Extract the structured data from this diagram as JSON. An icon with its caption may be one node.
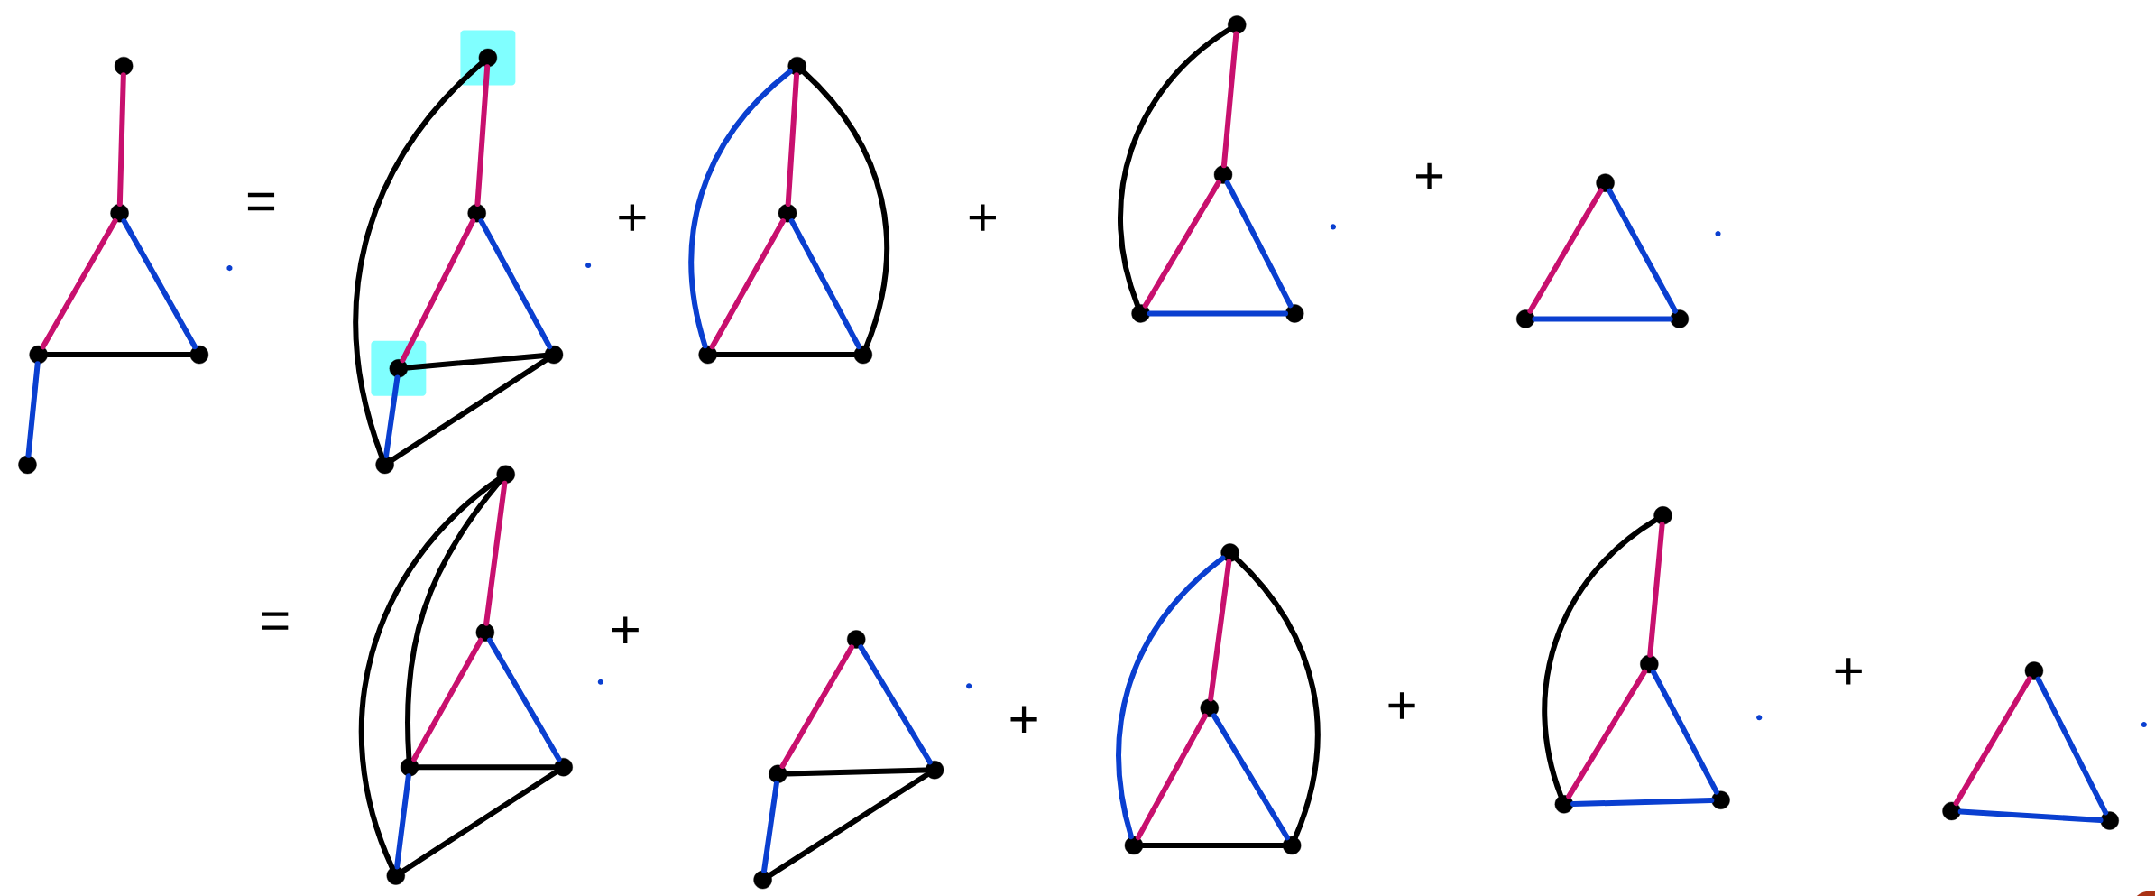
{
  "diagram": {
    "nodes": [
      {
        "text": [],
        "shape": "circle"
      },
      {
        "text": [],
        "shape": "circle"
      },
      {
        "text": [],
        "shape": "circle"
      },
      {
        "text": [],
        "shape": "circle"
      },
      {
        "text": [],
        "shape": "circle"
      },
      {
        "text": [],
        "shape": "circle"
      },
      {
        "text": [],
        "shape": "circle"
      },
      {
        "text": [],
        "shape": "circle"
      },
      {
        "text": [],
        "shape": "circle"
      },
      {
        "text": [],
        "shape": "circle"
      },
      {
        "text": [],
        "shape": "circle"
      },
      {
        "text": [],
        "shape": "circle"
      },
      {
        "text": [],
        "shape": "circle"
      },
      {
        "text": [],
        "shape": "circle"
      },
      {
        "text": [],
        "shape": "circle"
      },
      {
        "text": [],
        "shape": "circle"
      },
      {
        "text": [],
        "shape": "circle"
      },
      {
        "text": [],
        "shape": "circle"
      },
      {
        "text": [],
        "shape": "circle"
      },
      {
        "text": [],
        "shape": "circle"
      },
      {
        "text": [],
        "shape": "circle"
      },
      {
        "text": [],
        "shape": "circle"
      },
      {
        "text": [],
        "shape": "circle"
      },
      {
        "text": [],
        "shape": "circle"
      },
      {
        "text": [],
        "shape": "circle"
      },
      {
        "text": [],
        "shape": "circle"
      },
      {
        "text": [],
        "shape": "circle"
      },
      {
        "text": [],
        "shape": "circle"
      },
      {
        "text": [],
        "shape": "circle"
      },
      {
        "text": [],
        "shape": "circle"
      },
      {
        "text": [],
        "shape": "circle"
      },
      {
        "text": [],
        "shape": "circle"
      },
      {
        "text": [],
        "shape": "circle"
      },
      {
        "text": [],
        "shape": "circle"
      },
      {
        "text": [],
        "shape": "circle"
      },
      {
        "text": [],
        "shape": "circle"
      },
      {
        "text": [],
        "shape": "circle"
      },
      {
        "text": [],
        "shape": "circle"
      },
      {
        "text": [],
        "shape": "circle"
      },
      {
        "text": [],
        "shape": "circle"
      },
      {
        "text": [],
        "shape": "circle"
      }
    ],
    "edges": [
      {
        "from": 0,
        "to": 1,
        "arrow": "none",
        "color": "#c8106e"
      },
      {
        "from": 1,
        "to": 2,
        "arrow": "none",
        "color": "#c8106e"
      },
      {
        "from": 1,
        "to": 3,
        "arrow": "none",
        "color": "#0a3fd0"
      },
      {
        "from": 2,
        "to": 3,
        "arrow": "none",
        "color": "#000000"
      },
      {
        "from": 2,
        "to": 4,
        "arrow": "none",
        "color": "#0a3fd0"
      },
      {
        "from": 5,
        "to": 6,
        "arrow": "none",
        "color": "#c8106e"
      },
      {
        "from": 6,
        "to": 7,
        "arrow": "none",
        "color": "#c8106e"
      },
      {
        "from": 6,
        "to": 8,
        "arrow": "none",
        "color": "#0a3fd0"
      },
      {
        "from": 7,
        "to": 8,
        "arrow": "none",
        "color": "#000000"
      },
      {
        "from": 7,
        "to": 9,
        "arrow": "none",
        "color": "#0a3fd0"
      },
      {
        "from": 5,
        "to": 9,
        "arrow": "none",
        "color": "#000000"
      },
      {
        "from": 8,
        "to": 9,
        "arrow": "none",
        "color": "#000000"
      },
      {
        "from": 10,
        "to": 11,
        "arrow": "none",
        "color": "#c8106e"
      },
      {
        "from": 11,
        "to": 12,
        "arrow": "none",
        "color": "#c8106e"
      },
      {
        "from": 11,
        "to": 13,
        "arrow": "none",
        "color": "#0a3fd0"
      },
      {
        "from": 12,
        "to": 13,
        "arrow": "none",
        "color": "#000000"
      },
      {
        "from": 10,
        "to": 12,
        "arrow": "none",
        "color": "#0a3fd0"
      },
      {
        "from": 10,
        "to": 13,
        "arrow": "none",
        "color": "#000000"
      },
      {
        "from": 14,
        "to": 15,
        "arrow": "none",
        "color": "#c8106e"
      },
      {
        "from": 15,
        "to": 16,
        "arrow": "none",
        "color": "#c8106e"
      },
      {
        "from": 15,
        "to": 17,
        "arrow": "none",
        "color": "#0a3fd0"
      },
      {
        "from": 16,
        "to": 17,
        "arrow": "none",
        "color": "#0a3fd0"
      },
      {
        "from": 14,
        "to": 16,
        "arrow": "none",
        "color": "#000000"
      },
      {
        "from": 18,
        "to": 19,
        "arrow": "none",
        "color": "#c8106e"
      },
      {
        "from": 18,
        "to": 20,
        "arrow": "none",
        "color": "#0a3fd0"
      },
      {
        "from": 19,
        "to": 20,
        "arrow": "none",
        "color": "#0a3fd0"
      },
      {
        "from": 21,
        "to": 22,
        "arrow": "none",
        "color": "#c8106e"
      },
      {
        "from": 22,
        "to": 23,
        "arrow": "none",
        "color": "#c8106e"
      },
      {
        "from": 22,
        "to": 24,
        "arrow": "none",
        "color": "#0a3fd0"
      },
      {
        "from": 23,
        "to": 24,
        "arrow": "none",
        "color": "#000000"
      },
      {
        "from": 23,
        "to": 25,
        "arrow": "none",
        "color": "#0a3fd0"
      },
      {
        "from": 21,
        "to": 25,
        "arrow": "none",
        "color": "#000000"
      },
      {
        "from": 21,
        "to": 23,
        "arrow": "none",
        "color": "#000000"
      },
      {
        "from": 24,
        "to": 25,
        "arrow": "none",
        "color": "#000000"
      },
      {
        "from": 26,
        "to": 27,
        "arrow": "none",
        "color": "#c8106e"
      },
      {
        "from": 26,
        "to": 28,
        "arrow": "none",
        "color": "#0a3fd0"
      },
      {
        "from": 27,
        "to": 28,
        "arrow": "none",
        "color": "#000000"
      },
      {
        "from": 27,
        "to": 29,
        "arrow": "none",
        "color": "#0a3fd0"
      },
      {
        "from": 28,
        "to": 29,
        "arrow": "none",
        "color": "#000000"
      },
      {
        "from": 30,
        "to": 31,
        "arrow": "none",
        "color": "#c8106e"
      },
      {
        "from": 31,
        "to": 32,
        "arrow": "none",
        "color": "#c8106e"
      },
      {
        "from": 31,
        "to": 33,
        "arrow": "none",
        "color": "#0a3fd0"
      },
      {
        "from": 32,
        "to": 33,
        "arrow": "none",
        "color": "#000000"
      },
      {
        "from": 30,
        "to": 32,
        "arrow": "none",
        "color": "#0a3fd0"
      },
      {
        "from": 30,
        "to": 33,
        "arrow": "none",
        "color": "#000000"
      },
      {
        "from": 34,
        "to": 35,
        "arrow": "none",
        "color": "#c8106e"
      },
      {
        "from": 35,
        "to": 36,
        "arrow": "none",
        "color": "#c8106e"
      },
      {
        "from": 35,
        "to": 37,
        "arrow": "none",
        "color": "#0a3fd0"
      },
      {
        "from": 36,
        "to": 37,
        "arrow": "none",
        "color": "#0a3fd0"
      },
      {
        "from": 34,
        "to": 36,
        "arrow": "none",
        "color": "#000000"
      },
      {
        "from": 38,
        "to": 39,
        "arrow": "none",
        "color": "#c8106e"
      },
      {
        "from": 38,
        "to": 40,
        "arrow": "none",
        "color": "#0a3fd0"
      },
      {
        "from": 39,
        "to": 40,
        "arrow": "none",
        "color": "#0a3fd0"
      }
    ],
    "labels": [
      "=",
      "+",
      "+",
      "+",
      "=",
      "+",
      "+",
      "+",
      "+"
    ]
  }
}
